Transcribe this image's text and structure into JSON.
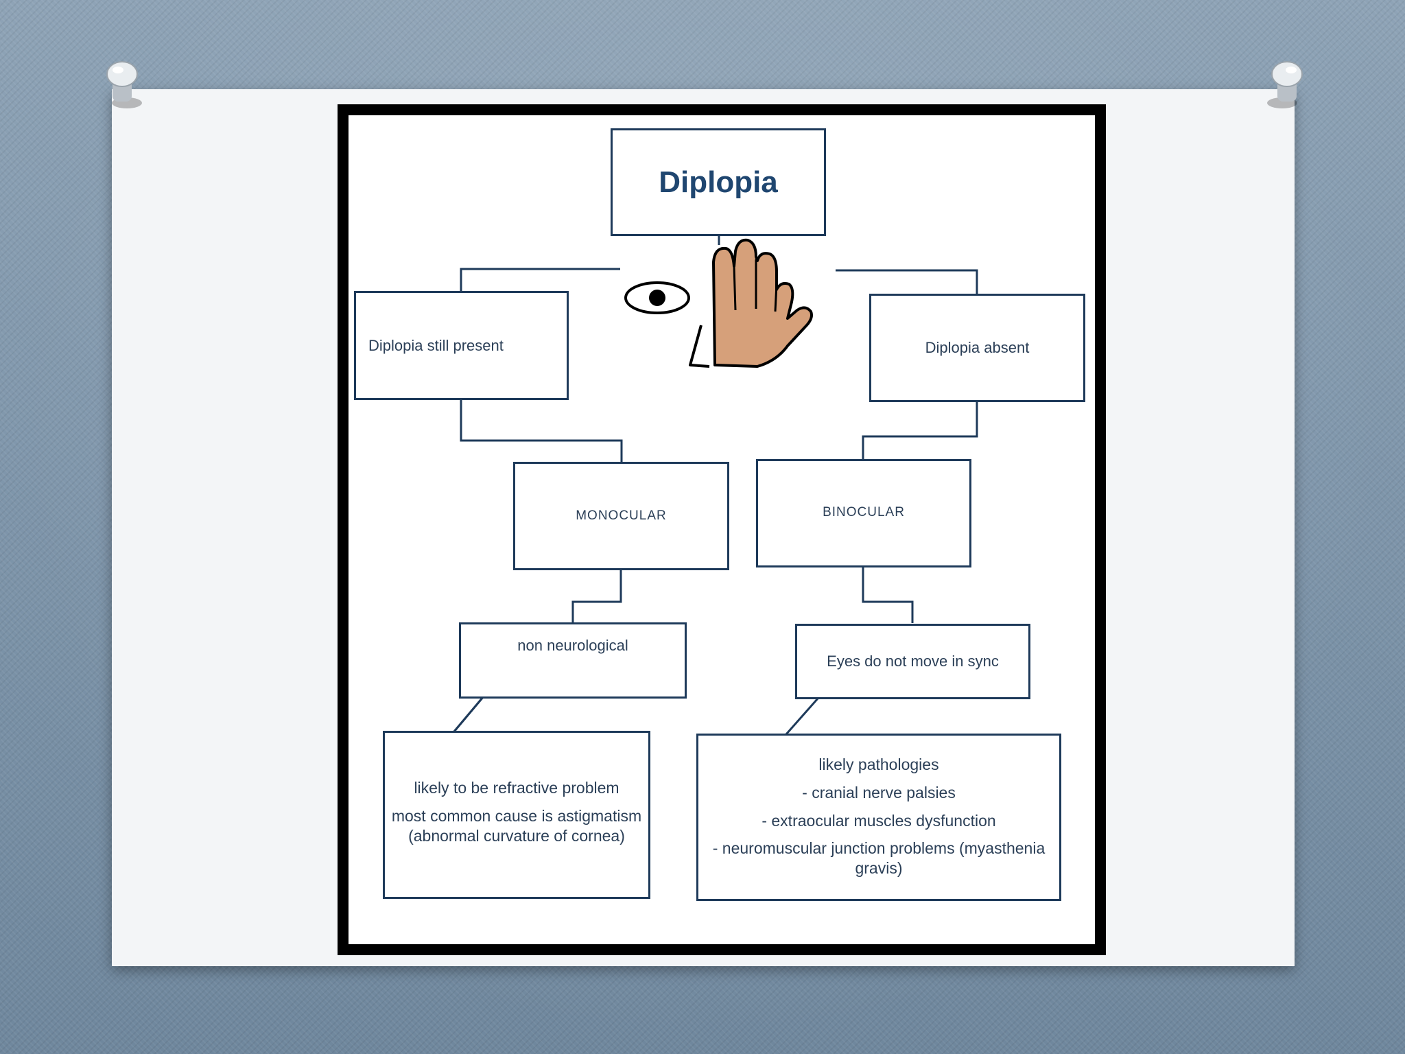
{
  "diagram": {
    "root": "Diplopia",
    "branches": [
      {
        "test": "Diplopia still present",
        "type": "MONOCULAR",
        "category": "non neurological",
        "detail": [
          "likely to be refractive problem",
          "most common cause is astigmatism",
          "(abnormal curvature of cornea)"
        ]
      },
      {
        "test": "Diplopia absent",
        "type": "BINOCULAR",
        "category": "Eyes do not move in sync",
        "detail": [
          "likely pathologies",
          "- cranial nerve palsies",
          "- extraocular muscles dysfunction",
          "- neuromuscular junction problems (myasthenia",
          "gravis)"
        ]
      }
    ]
  },
  "icons": {
    "eye": "eye-icon",
    "hand": "hand-covering-eye-icon",
    "nose": "nose-outline-icon",
    "pins": "push-pin-icon"
  },
  "colors": {
    "box_border": "#1e3a5a",
    "text": "#2b3f57",
    "title": "#1f4670",
    "hand_fill": "#d6a07a"
  }
}
